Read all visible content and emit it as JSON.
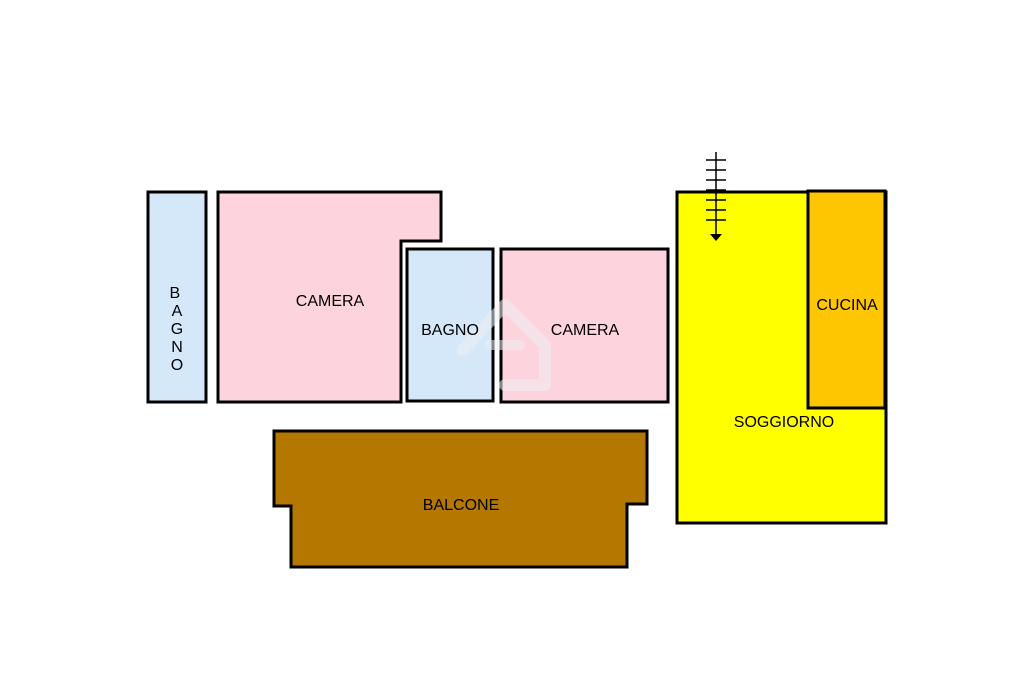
{
  "colors": {
    "bathroom": "#d4e8fa",
    "bedroom": "#fdd4dd",
    "living": "#ffff00",
    "kitchen": "#fdc600",
    "balcony": "#b47800",
    "outline": "#000000",
    "watermark": "#f0eef2"
  },
  "rooms": {
    "bagno_left": {
      "label": "BAGNO"
    },
    "camera_left": {
      "label": "CAMERA"
    },
    "bagno_center": {
      "label": "BAGNO"
    },
    "camera_center": {
      "label": "CAMERA"
    },
    "soggiorno": {
      "label": "SOGGIORNO"
    },
    "cucina": {
      "label": "CUCINA"
    },
    "balcone": {
      "label": "BALCONE"
    }
  },
  "icons": {
    "stairs": "stairs-arrow-icon",
    "watermark": "house-logo-watermark-icon"
  }
}
